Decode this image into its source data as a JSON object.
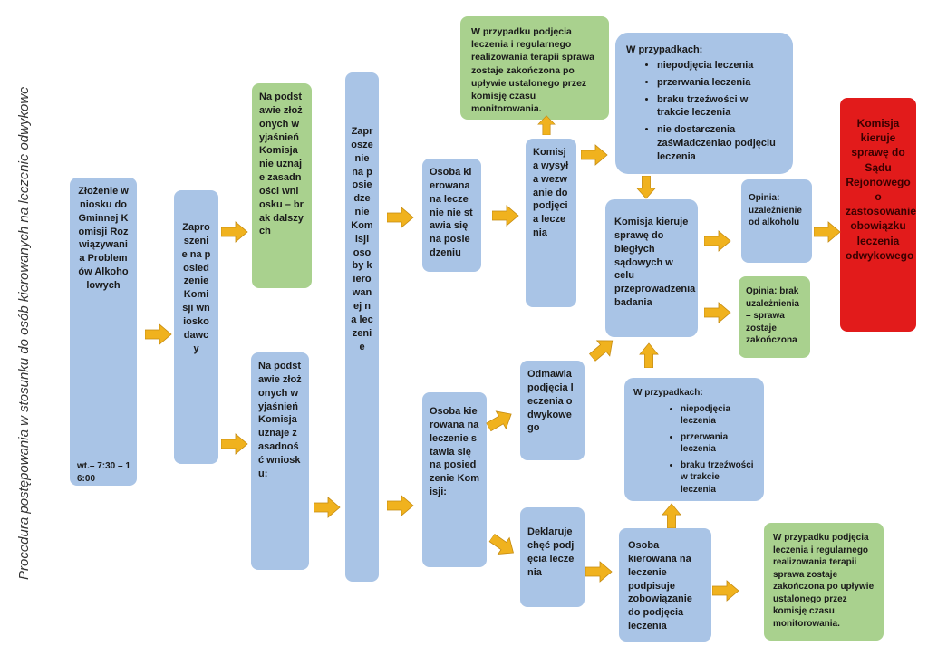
{
  "side_title": "Procedura postępowania w stosunku do osób kierowanych na leczenie odwykowe",
  "boxes": {
    "zlozenie": "Złożenie wniosku do Gminnej Komisji Rozwiązywania Problemów Alkoholowych",
    "zlozenie_hours": "wt.– 7:30 – 16:00",
    "zaproszenie_wnioskodawcy": "Zaproszenie na posiedzenie Komisji wnioskodawcy",
    "bezzasadnosc": "Na podstawie złożonych wyjaśnień Komisja nie uznaje zasadności wniosku – brak dalszych",
    "zasadnosc": "Na podstawie złożonych wyjaśnień Komisja uznaje zasadność wniosku:",
    "zaproszenie_osoby": "Zaproszenie na posiedzenie Komisji osoby kierowanej na leczenie",
    "nie_stawila": "Osoba kierowana na leczenie nie stawia się na posiedzeniu",
    "wezwanie": "Komisja wysyła wezwanie do podjęcia leczenia",
    "zakonczona_top": "W przypadku podjęcia leczenia i regularnego realizowania terapii sprawa zostaje zakończona po upływie ustalonego przez komisję czasu monitorowania.",
    "w_przypadkach_top_title": "W przypadkach:",
    "w_przypadkach_top_items": [
      "niepodjęcia leczenia",
      "przerwania leczenia",
      "braku trzeźwości w trakcie leczenia",
      "nie dostarczenia zaświadczeniao podjęciu leczenia"
    ],
    "biegli": "Komisja kieruje sprawę do biegłych sądowych w celu przeprowadzenia badania",
    "opinia_uzaleznienie": "Opinia: uzależnienie od alkoholu",
    "opinia_brak": "Opinia: brak uzależnienia – sprawa zostaje zakończona",
    "sad": "Komisja kieruje sprawę do Sądu Rejonowego o zastosowanie obowiązku leczenia odwykowego",
    "stawila": "Osoba kierowana na leczenie stawia się na posiedzenie Komisji:",
    "odmawia": "Odmawia podjęcia leczenia odwykowego",
    "deklaruje": "Deklaruje chęć podjęcia leczenia",
    "w_przypadkach_mid_title": "W przypadkach:",
    "w_przypadkach_mid_items": [
      "niepodjęcia leczenia",
      "przerwania leczenia",
      "braku trzeźwości w trakcie leczenia"
    ],
    "zobowiazanie": "Osoba kierowana na leczenie podpisuje zobowiązanie do podjęcia leczenia",
    "zakonczona_bottom": "W przypadku podjęcia leczenia i regularnego realizowania terapii sprawa zostaje zakończona po upływie ustalonego przez komisję czasu monitorowania."
  },
  "colors": {
    "blue": "#a9c4e6",
    "green": "#a9d18e",
    "red": "#e21b1b",
    "arrow": "#f0b21e"
  }
}
